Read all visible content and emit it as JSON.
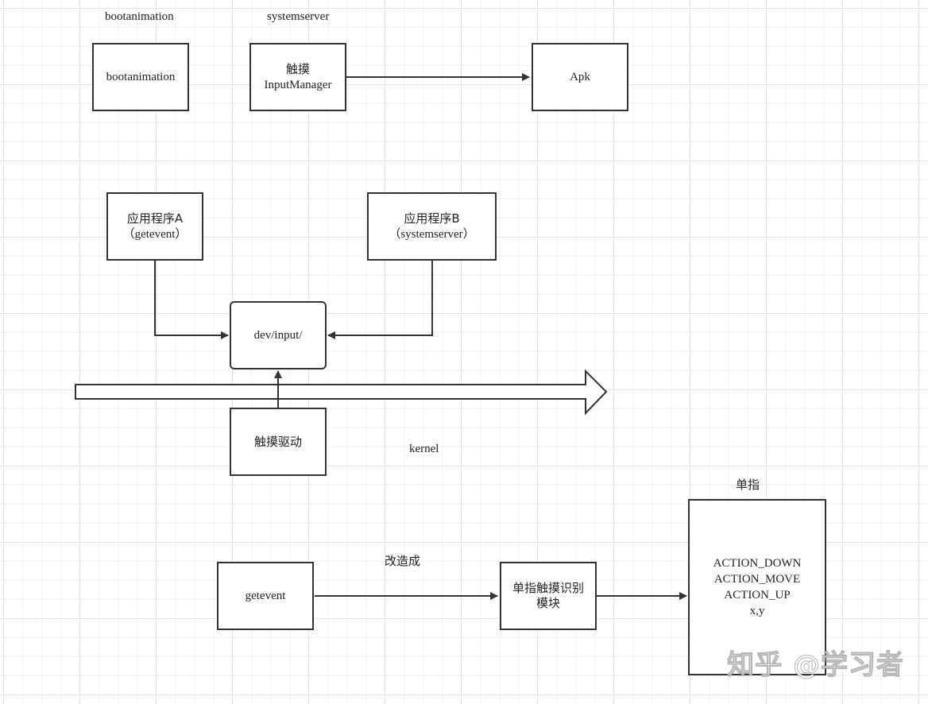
{
  "labels": {
    "bootanimation": "bootanimation",
    "systemserver": "systemserver",
    "kernel": "kernel",
    "convert": "改造成",
    "single_finger": "单指"
  },
  "boxes": {
    "bootanimation": [
      "bootanimation"
    ],
    "inputmanager": [
      "触摸",
      "InputManager"
    ],
    "apk": [
      "Apk"
    ],
    "app_a": [
      "应用程序A",
      "（getevent）"
    ],
    "app_b": [
      "应用程序B",
      "（systemserver）"
    ],
    "dev_input": [
      "dev/input/"
    ],
    "touch_driver": [
      "触摸驱动"
    ],
    "getevent": [
      "getevent"
    ],
    "recognizer": [
      "单指触摸识别",
      "模块"
    ],
    "actions": [
      "ACTION_DOWN",
      "ACTION_MOVE",
      "ACTION_UP",
      "x,y"
    ]
  },
  "watermark": "知乎 @学习者",
  "colors": {
    "stroke": "#333333",
    "text": "#222222",
    "grid": "#e4e4e4",
    "background": "#ffffff"
  }
}
